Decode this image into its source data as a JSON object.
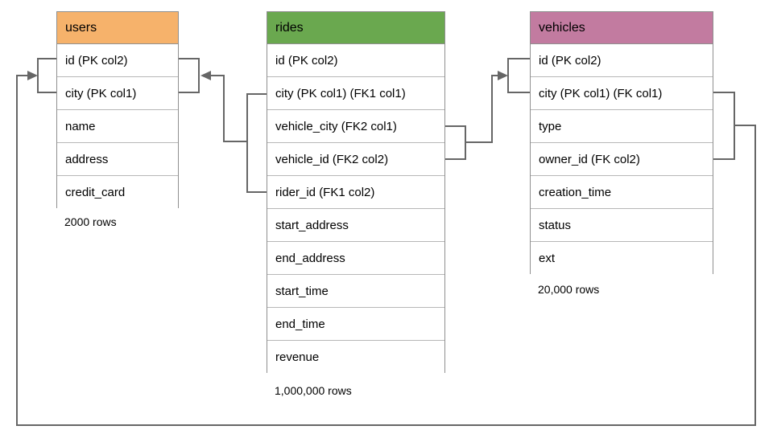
{
  "diagram": {
    "tables": {
      "users": {
        "title": "users",
        "header_color": "#F6B26B",
        "rows": [
          "id (PK col2)",
          "city (PK col1)",
          "name",
          "address",
          "credit_card"
        ],
        "row_count": "2000 rows"
      },
      "rides": {
        "title": "rides",
        "header_color": "#6AA84F",
        "rows": [
          "id (PK col2)",
          "city (PK col1) (FK1 col1)",
          "vehicle_city (FK2 col1)",
          "vehicle_id (FK2 col2)",
          "rider_id (FK1 col2)",
          "start_address",
          "end_address",
          "start_time",
          "end_time",
          "revenue"
        ],
        "row_count": "1,000,000 rows"
      },
      "vehicles": {
        "title": "vehicles",
        "header_color": "#C27BA0",
        "rows": [
          "id (PK col2)",
          "city (PK col1) (FK col1)",
          "type",
          "owner_id (FK col2)",
          "creation_time",
          "status",
          "ext"
        ],
        "row_count": "20,000 rows"
      }
    },
    "relationships": [
      {
        "name": "FK1",
        "from_table": "rides",
        "from_columns": [
          "city",
          "rider_id"
        ],
        "to_table": "users",
        "to_columns": [
          "id",
          "city"
        ]
      },
      {
        "name": "FK2",
        "from_table": "rides",
        "from_columns": [
          "vehicle_city",
          "vehicle_id"
        ],
        "to_table": "vehicles",
        "to_columns": [
          "id",
          "city"
        ]
      },
      {
        "name": "FK",
        "from_table": "vehicles",
        "from_columns": [
          "city",
          "owner_id"
        ],
        "to_table": "users",
        "to_columns": [
          "id",
          "city"
        ]
      }
    ],
    "colors": {
      "users_header": "#F6B26B",
      "rides_header": "#6AA84F",
      "vehicles_header": "#C27BA0",
      "connector": "#666666",
      "table_border": "#8f8f8f",
      "row_divider": "#b7b7b7"
    }
  }
}
